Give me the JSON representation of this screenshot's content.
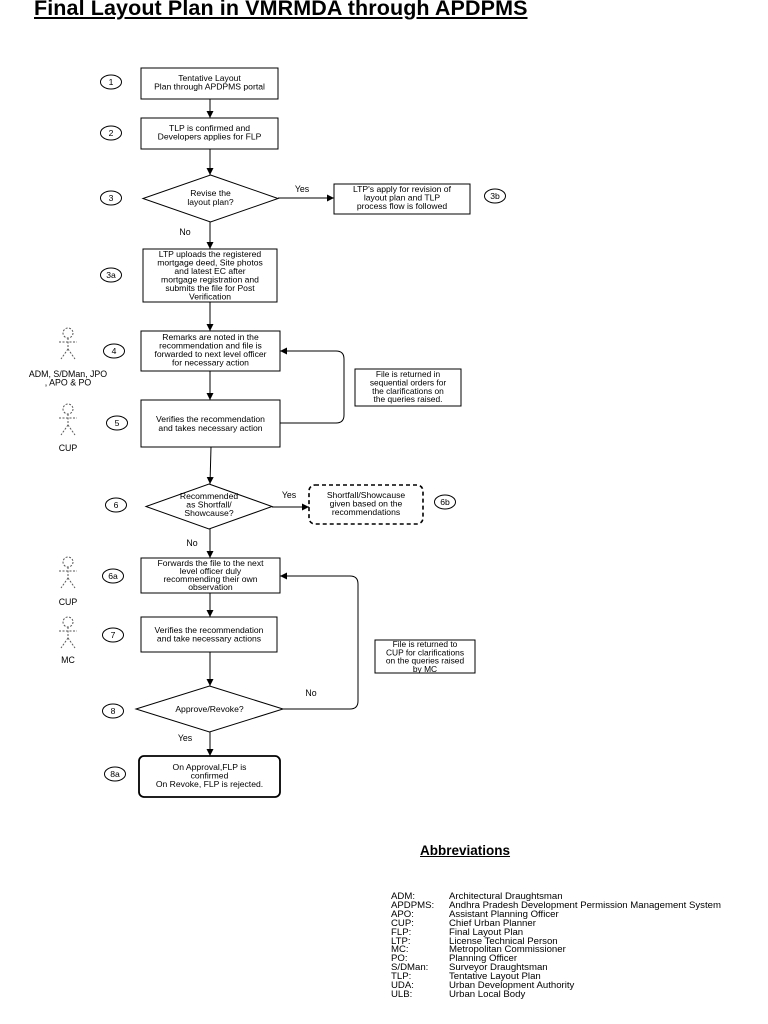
{
  "title": "Final Layout Plan in VMRMDA through APDPMS",
  "steps": [
    {
      "id": "s1",
      "num": "1",
      "lines": [
        "Tentative Layout",
        "Plan through APDPMS portal"
      ]
    },
    {
      "id": "s2",
      "num": "2",
      "lines": [
        "TLP is confirmed and",
        "Developers applies for FLP"
      ]
    },
    {
      "id": "s3",
      "num": "3",
      "lines": [
        "Revise the",
        "layout plan?"
      ]
    },
    {
      "id": "s3b",
      "num": "3b",
      "lines": [
        "LTP's apply for revision of",
        "layout plan and TLP",
        "process flow is followed"
      ]
    },
    {
      "id": "s3a",
      "num": "3a",
      "lines": [
        "LTP uploads the registered",
        "mortgage deed, Site photos",
        "and latest EC after",
        "mortgage  registration and",
        "submits the file for Post",
        "Verification"
      ]
    },
    {
      "id": "s4",
      "num": "4",
      "lines": [
        "Remarks are noted in the",
        "recommendation and file is",
        "forwarded to next level officer",
        "for necessary action"
      ]
    },
    {
      "id": "s5",
      "num": "5",
      "lines": [
        "Verifies the recommendation",
        "and takes necessary action"
      ]
    },
    {
      "id": "s6",
      "num": "6",
      "lines": [
        "Recommended",
        "as Shortfall/",
        "Showcause?"
      ]
    },
    {
      "id": "s6b",
      "num": "6b",
      "lines": [
        "Shortfall/Showcause",
        "given based on the",
        "recommendations"
      ]
    },
    {
      "id": "s6a",
      "num": "6a",
      "lines": [
        "Forwards the file to the next",
        "level officer duly",
        "recommending their own",
        "observation"
      ]
    },
    {
      "id": "s7",
      "num": "7",
      "lines": [
        "Verifies the recommendation",
        "and take necessary actions"
      ]
    },
    {
      "id": "s8",
      "num": "8",
      "lines": [
        "Approve/Revoke?"
      ]
    },
    {
      "id": "s8a",
      "num": "8a",
      "lines": [
        "On Approval,FLP is",
        "confirmed",
        "On Revoke, FLP is rejected."
      ]
    }
  ],
  "notes": {
    "return1": [
      "File is returned in",
      "sequential orders for",
      "the clarifications on",
      "the queries raised."
    ],
    "return2": [
      "File is returned to",
      "CUP for clarifications",
      "on the queries raised",
      "by MC"
    ]
  },
  "edge_labels": {
    "yes_3": "Yes",
    "no_3": "No",
    "yes_6": "Yes",
    "no_6": "No",
    "no_8": "No",
    "yes_8": "Yes"
  },
  "actors": {
    "a1": [
      "ADM, S/DMan, JPO",
      ", APO & PO"
    ],
    "a2": [
      "CUP"
    ],
    "a3": [
      "CUP"
    ],
    "a4": [
      "MC"
    ]
  },
  "abbreviations": {
    "title": "Abbreviations",
    "items": [
      {
        "term": "ADM:",
        "def": "Architectural Draughtsman"
      },
      {
        "term": "APDPMS:",
        "def": "Andhra Pradesh Development Permission Management System"
      },
      {
        "term": "APO:",
        "def": "Assistant Planning Officer"
      },
      {
        "term": "CUP:",
        "def": "Chief Urban Planner"
      },
      {
        "term": "FLP:",
        "def": "Final Layout Plan"
      },
      {
        "term": "LTP:",
        "def": "License Technical Person"
      },
      {
        "term": "MC:",
        "def": "Metropolitan Commissioner"
      },
      {
        "term": "PO:",
        "def": "Planning Officer"
      },
      {
        "term": "S/DMan:",
        "def": "Surveyor Draughtsman"
      },
      {
        "term": "TLP:",
        "def": "Tentative Layout Plan"
      },
      {
        "term": "UDA:",
        "def": "Urban Development Authority"
      },
      {
        "term": "ULB:",
        "def": "Urban Local Body"
      }
    ]
  }
}
